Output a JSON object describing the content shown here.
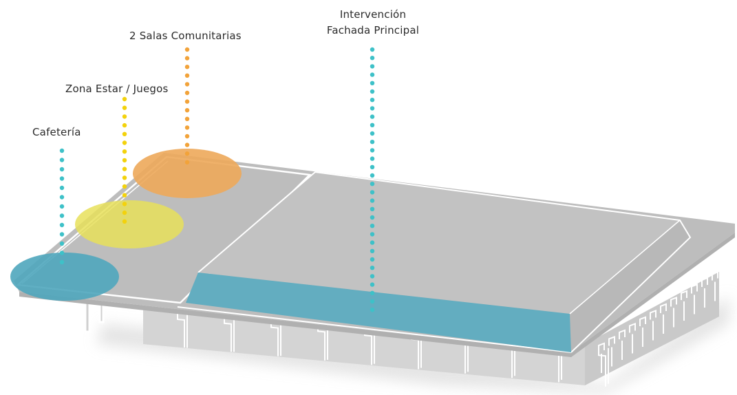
{
  "labels": {
    "cafeteria": "Cafetería",
    "zona_estar": "Zona Estar / Juegos",
    "salas": "2 Salas Comunitarias",
    "intervencion_line1": "Intervención",
    "intervencion_line2": "Fachada Principal"
  },
  "colors": {
    "cafeteria": "#4fa6bd",
    "zona_estar": "#e8e05a",
    "salas": "#eda85a",
    "intervencion": "#63adc0",
    "dots_teal": "#3ec1c8",
    "dots_yellow": "#f3d20c",
    "dots_orange": "#f2a33a",
    "roof": "#bfbfbf",
    "structure": "#cfcfcf"
  }
}
